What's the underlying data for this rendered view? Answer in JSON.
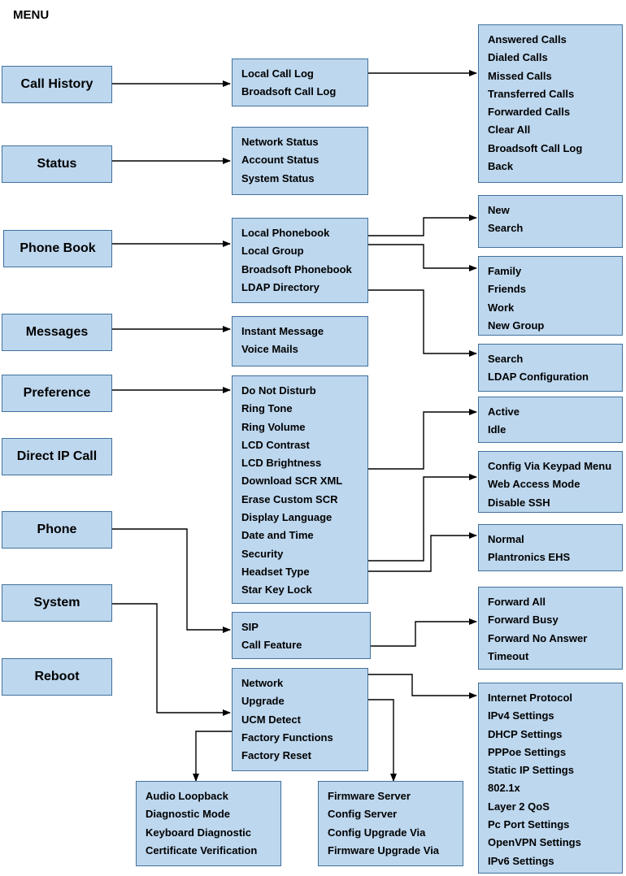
{
  "title": "MENU",
  "menu": [
    "Call History",
    "Status",
    "Phone Book",
    "Messages",
    "Preference",
    "Direct IP Call",
    "Phone",
    "System",
    "Reboot"
  ],
  "call_history": [
    "Local Call Log",
    "Broadsoft Call Log"
  ],
  "call_log_options": [
    "Answered Calls",
    "Dialed Calls",
    "Missed Calls",
    "Transferred Calls",
    "Forwarded Calls",
    "Clear All",
    "Broadsoft Call Log",
    "Back"
  ],
  "status": [
    "Network Status",
    "Account Status",
    "System Status"
  ],
  "phone_book": [
    "Local Phonebook",
    "Local Group",
    "Broadsoft Phonebook",
    "LDAP Directory"
  ],
  "phonebook_options": [
    "New",
    "Search"
  ],
  "group_options": [
    "Family",
    "Friends",
    "Work",
    "New Group"
  ],
  "ldap_options": [
    "Search",
    "LDAP Configuration"
  ],
  "messages": [
    "Instant Message",
    "Voice Mails"
  ],
  "preference": [
    "Do Not Disturb",
    "Ring Tone",
    "Ring Volume",
    "LCD Contrast",
    "LCD Brightness",
    "Download SCR XML",
    "Erase Custom SCR",
    "Display Language",
    "Date and Time",
    "Security",
    "Headset Type",
    "Star Key Lock"
  ],
  "active_idle": [
    "Active",
    "Idle"
  ],
  "security_options": [
    "Config Via Keypad Menu",
    "Web Access Mode",
    "Disable SSH"
  ],
  "headset_options": [
    "Normal",
    "Plantronics EHS"
  ],
  "phone": [
    "SIP",
    "Call Feature"
  ],
  "call_feature_options": [
    "Forward All",
    "Forward Busy",
    "Forward No Answer",
    "Timeout"
  ],
  "system": [
    "Network",
    "Upgrade",
    "UCM Detect",
    "Factory Functions",
    "Factory Reset"
  ],
  "network_options": [
    "Internet Protocol",
    "IPv4 Settings",
    "DHCP Settings",
    "PPPoe Settings",
    "Static IP Settings",
    "802.1x",
    "Layer 2 QoS",
    "Pc Port Settings",
    "OpenVPN Settings",
    "IPv6 Settings"
  ],
  "factory_options": [
    "Audio Loopback",
    "Diagnostic Mode",
    "Keyboard Diagnostic",
    "Certificate Verification"
  ],
  "upgrade_options": [
    "Firmware Server",
    "Config Server",
    "Config Upgrade Via",
    "Firmware Upgrade Via"
  ]
}
